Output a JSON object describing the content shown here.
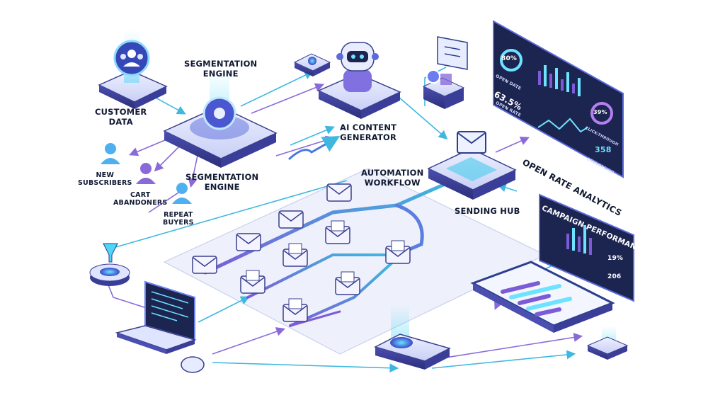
{
  "labels": {
    "customer_data": [
      "CUSTOMER",
      "DATA"
    ],
    "segmentation_top": [
      "SEGMENTATION",
      "ENGINE"
    ],
    "segmentation_bottom": [
      "SEGMENTATION",
      "ENGINE"
    ],
    "new_subscribers": [
      "NEW",
      "SUBSCRIBERS"
    ],
    "cart_abandoners": [
      "CART",
      "ABANDONERS"
    ],
    "repeat_buyers": [
      "REPEAT",
      "BUYERS"
    ],
    "ai_content": [
      "AI CONTENT",
      "GENERATOR"
    ],
    "automation": [
      "AUTOMATION",
      "WORKFLOW"
    ],
    "sending_hub": "SENDING HUB",
    "open_rate_analytics": "OPEN RATE ANALYTICS",
    "campaign_performance": "CAMPAIGN PERFORMANCE"
  },
  "analytics": {
    "ring_value": "80%",
    "ring_caption": "OPEN DATE",
    "open_rate_value": "63.5%",
    "open_rate_caption": "OPEN RATE",
    "click_value": "39%",
    "click_caption": "CLICK-THROUGH",
    "conversion_value": "358",
    "conversion_caption": "CONVERSION"
  },
  "campaign": {
    "stat1": "19%",
    "stat2": "206"
  },
  "colors": {
    "primary": "#2c3e8f",
    "accent_cyan": "#2fc4e8",
    "accent_purple": "#7b5cd6",
    "dark_panel": "#1c2450",
    "line_purple": "#8a6ad9",
    "line_cyan": "#3fb8e0"
  },
  "icons": [
    "users-icon",
    "gear-icon",
    "robot-icon",
    "envelope-icon",
    "laptop-icon",
    "mouse-icon",
    "person-icon",
    "funnel-icon",
    "chat-icon",
    "tablet-icon"
  ]
}
